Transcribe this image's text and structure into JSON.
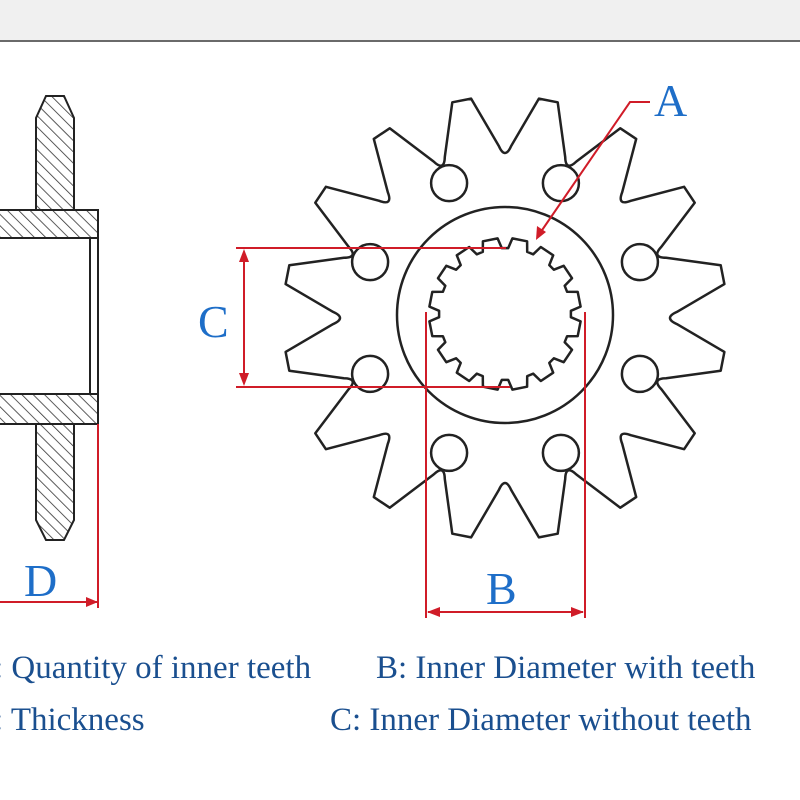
{
  "diagram": {
    "labels": {
      "a": "A",
      "b": "B",
      "c": "C",
      "d": "D"
    },
    "legend": [
      {
        "key": "A",
        "text": ": Quantity of inner teeth"
      },
      {
        "key": "B",
        "text": "B: Inner Diameter with teeth"
      },
      {
        "key": "D",
        "text": ": Thickness"
      },
      {
        "key": "C",
        "text": "C: Inner Diameter without teeth"
      }
    ],
    "colors": {
      "label": "#1e6ec8",
      "dimension_line": "#d01c28",
      "outline": "#222222",
      "legend_text": "#1a4f8f",
      "background": "#ffffff"
    }
  }
}
